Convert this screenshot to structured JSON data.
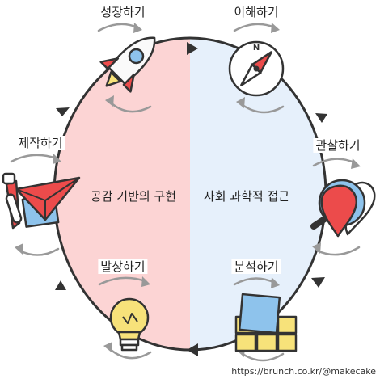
{
  "center": {
    "left_label": "공감 기반의 구현",
    "right_label": "사회 과학적 접근"
  },
  "stages": [
    {
      "id": "understand",
      "label": "이해하기",
      "icon": "compass-icon"
    },
    {
      "id": "observe",
      "label": "관찰하기",
      "icon": "magnifier-icon"
    },
    {
      "id": "analyze",
      "label": "분석하기",
      "icon": "blocks-icon"
    },
    {
      "id": "ideate",
      "label": "발상하기",
      "icon": "lightbulb-icon"
    },
    {
      "id": "make",
      "label": "제작하기",
      "icon": "paper-plane-icon"
    },
    {
      "id": "grow",
      "label": "성장하기",
      "icon": "rocket-icon"
    }
  ],
  "credit": "https://brunch.co.kr/@makecake",
  "colors": {
    "left_fill": "#fcd4d4",
    "right_fill": "#e6f0fb",
    "ring": "#333333",
    "cycle_arrow": "#999999",
    "accent_red": "#ec4b4b",
    "accent_blue": "#8ec3ec",
    "accent_yellow": "#f7e27a"
  }
}
